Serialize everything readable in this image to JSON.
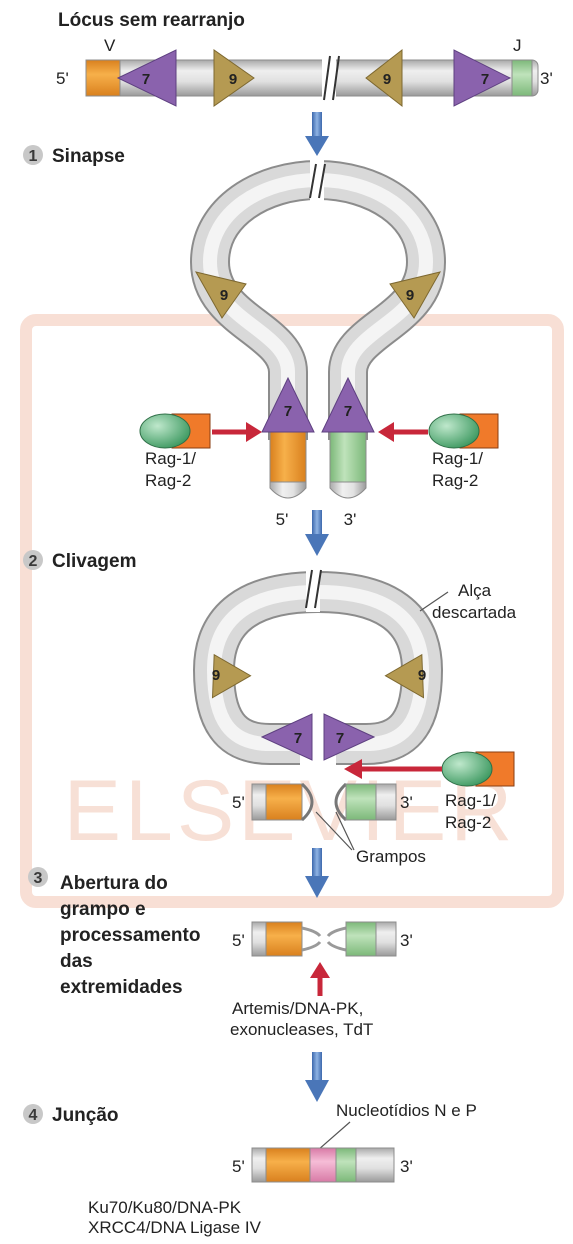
{
  "title": "Lócus sem rearranjo",
  "locus": {
    "v": "V",
    "j": "J",
    "five": "5'",
    "three": "3'",
    "heptamer": "7",
    "nonamer": "9"
  },
  "steps": [
    {
      "n": "1",
      "lines": [
        "Sinapse"
      ]
    },
    {
      "n": "2",
      "lines": [
        "Clivagem"
      ]
    },
    {
      "n": "3",
      "lines": [
        "Abertura do",
        "grampo e",
        "processamento",
        "das",
        "extremidades"
      ]
    },
    {
      "n": "4",
      "lines": [
        "Junção"
      ]
    }
  ],
  "rag": [
    "Rag-1/",
    "Rag-2"
  ],
  "alca": [
    "Alça",
    "descartada"
  ],
  "grampos": "Grampos",
  "enzymes3": [
    "Artemis/DNA-PK,",
    "exonucleases, TdT"
  ],
  "np": "Nucleotídios N e P",
  "enzymes4": [
    "Ku70/Ku80/DNA-PK",
    "XRCC4/DNA Ligase IV"
  ],
  "watermark": "ELSEVIER",
  "colors": {
    "v_segment": "#f39b2b",
    "j_segment": "#9fd49d",
    "heptamer": "#8a62ad",
    "nonamer": "#b59a52",
    "np_insert": "#ec9cc0",
    "rag_green": "#6cbf8c",
    "rag_orange": "#f07a2a",
    "arrow_blue": "#5a86c4",
    "arrow_red": "#c8273a",
    "dna": "#d4d4d4",
    "frame": "#f4c9b9"
  }
}
